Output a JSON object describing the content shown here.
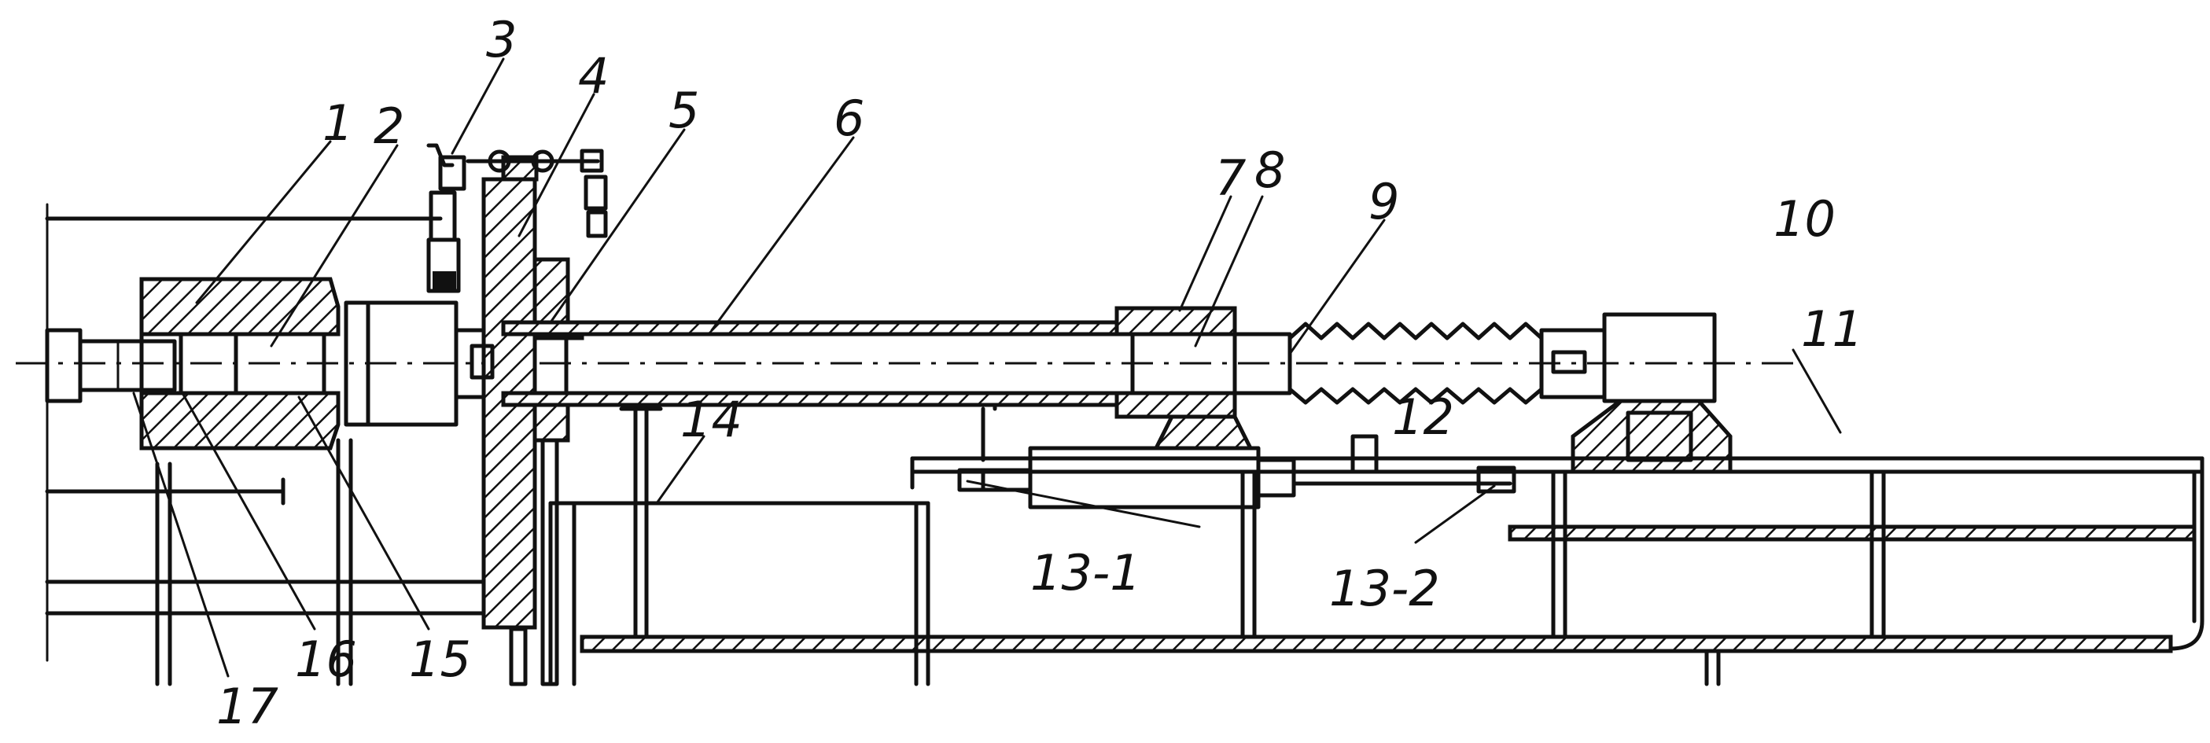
{
  "callouts": [
    {
      "id": "c1",
      "text": "1"
    },
    {
      "id": "c2",
      "text": "2"
    },
    {
      "id": "c3",
      "text": "3"
    },
    {
      "id": "c4",
      "text": "4"
    },
    {
      "id": "c5",
      "text": "5"
    },
    {
      "id": "c6",
      "text": "6"
    },
    {
      "id": "c7",
      "text": "7"
    },
    {
      "id": "c8",
      "text": "8"
    },
    {
      "id": "c9",
      "text": "9"
    },
    {
      "id": "c10",
      "text": "10"
    },
    {
      "id": "c11",
      "text": "11"
    },
    {
      "id": "c12",
      "text": "12"
    },
    {
      "id": "c13a",
      "text": "13-1"
    },
    {
      "id": "c13b",
      "text": "13-2"
    },
    {
      "id": "c14",
      "text": "14"
    },
    {
      "id": "c15",
      "text": "15"
    },
    {
      "id": "c16",
      "text": "16"
    },
    {
      "id": "c17",
      "text": "17"
    }
  ],
  "colors": {
    "ink": "#111111",
    "paper": "#ffffff"
  }
}
